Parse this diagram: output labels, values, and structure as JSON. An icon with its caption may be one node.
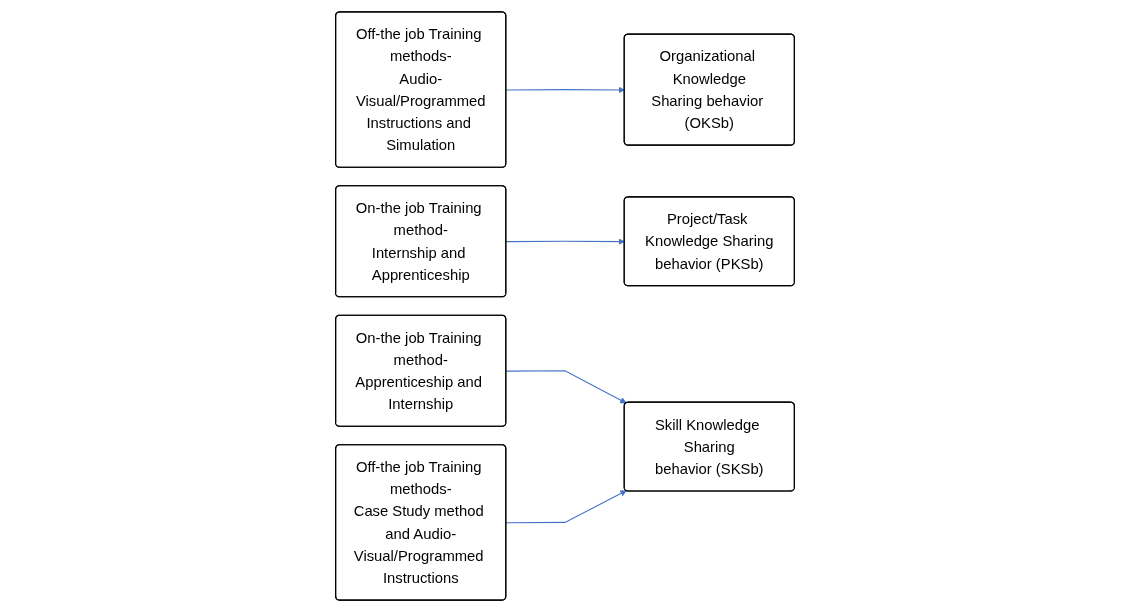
{
  "diagram": {
    "nodes": [
      {
        "text": [
          "Off-the job Training methods- Audio-Visual/Programmed Instructions and Simulation"
        ]
      },
      {
        "text": [
          "On-the job Training method- Internship and Apprenticeship"
        ]
      },
      {
        "text": [
          "On-the job Training method- Apprenticeship and Internship"
        ]
      },
      {
        "text": [
          "Off-the job Training methods- Case Study method and Audio- Visual/Programmed Instructions"
        ]
      },
      {
        "text": [
          "Organizational Knowledge Sharing behavior (OKSb)"
        ]
      },
      {
        "text": [
          "Project/Task Knowledge Sharing behavior (PKSb)"
        ]
      },
      {
        "text": [
          "Skill Knowledge Sharing behavior (SKSb)"
        ]
      }
    ],
    "edges": [
      {
        "from": 0,
        "to": 4,
        "arrow": "to"
      },
      {
        "from": 1,
        "to": 5,
        "arrow": "to"
      },
      {
        "from": 2,
        "to": 6,
        "arrow": "to"
      },
      {
        "from": 3,
        "to": 6,
        "arrow": "to"
      }
    ]
  }
}
